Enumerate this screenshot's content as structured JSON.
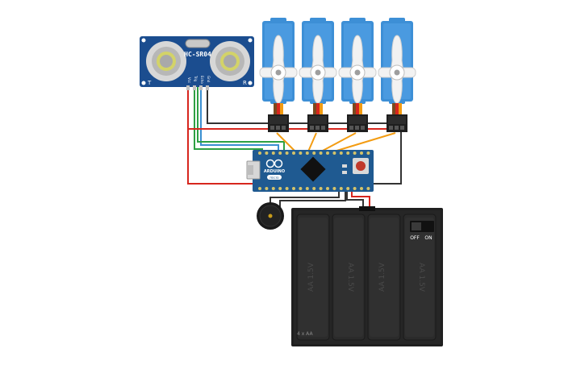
{
  "sensor": {
    "model": "HC-SR04",
    "left_mark": "T",
    "right_mark": "R",
    "pins": [
      "Vcc",
      "Trig",
      "Echo",
      "Gnd"
    ]
  },
  "servos": {
    "count": 4
  },
  "board": {
    "brand": "ARDUINO",
    "model": "micro"
  },
  "battery": {
    "cell_label": "AA 1.5V",
    "pack_label": "4 x AA",
    "switch_off": "OFF",
    "switch_on": "ON"
  },
  "colors": {
    "sensor_pcb": "#1b4d8f",
    "servo_body": "#3d8fd6",
    "board_pcb": "#1f5a91",
    "battery_case": "#1f1f1f",
    "wire_red": "#d7261e",
    "wire_black": "#333333",
    "wire_orange": "#f39c12",
    "wire_green": "#2ea043",
    "wire_blue": "#3b8fd1"
  }
}
